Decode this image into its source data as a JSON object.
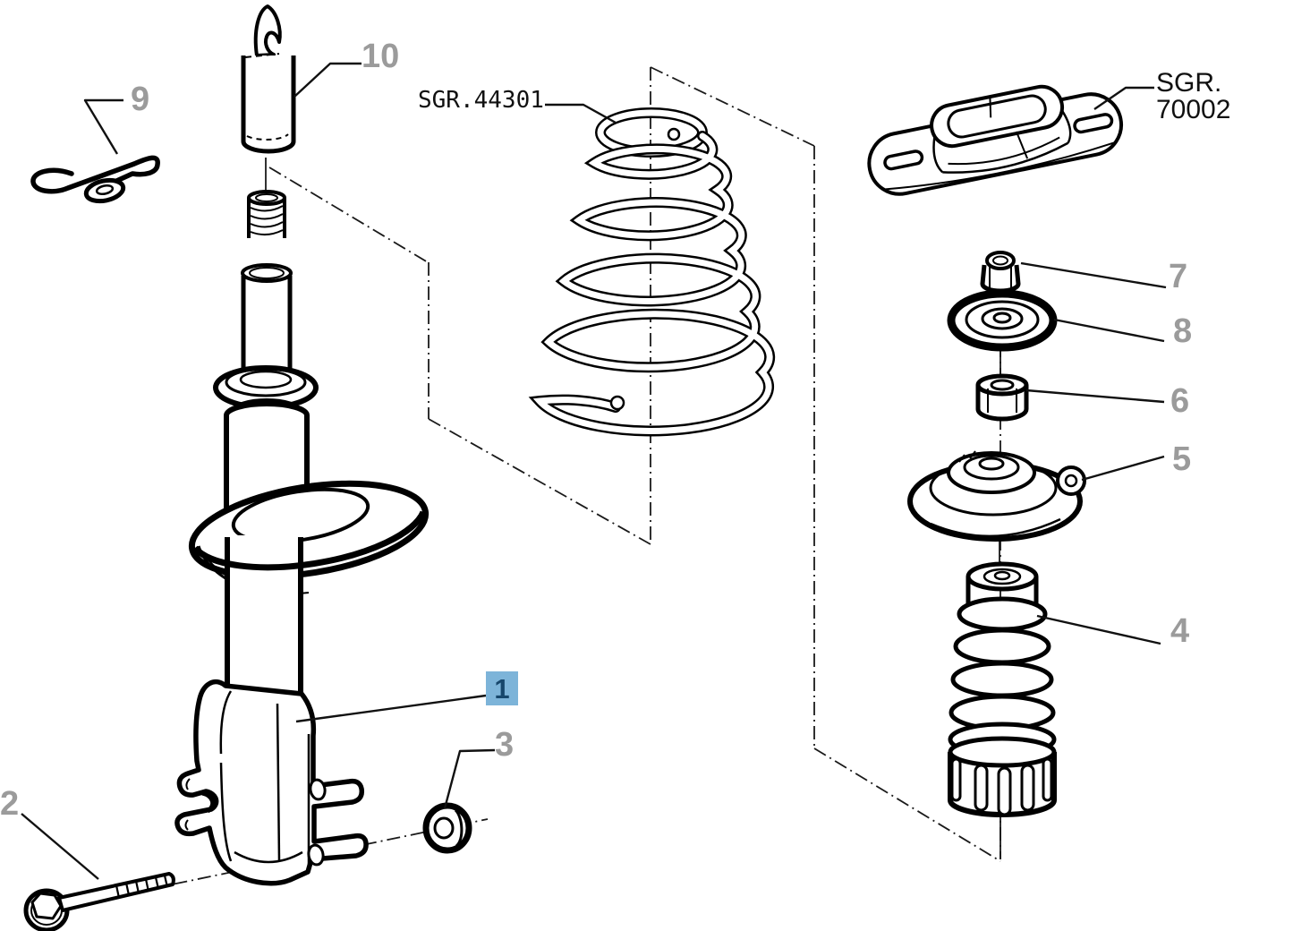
{
  "diagram": {
    "description": "Exploded parts diagram of a front suspension strut assembly",
    "background": "#ffffff",
    "colors": {
      "line": "#000000",
      "callout_gray": "#9b9b9b",
      "highlight_bg": "#7db4d9",
      "highlight_text": "#17476c",
      "reference_text": "#111111"
    },
    "callouts": {
      "part1": {
        "label": "1",
        "highlighted": true
      },
      "part2": {
        "label": "2",
        "highlighted": false
      },
      "part3": {
        "label": "3",
        "highlighted": false
      },
      "part4": {
        "label": "4",
        "highlighted": false
      },
      "part5": {
        "label": "5",
        "highlighted": false
      },
      "part6": {
        "label": "6",
        "highlighted": false
      },
      "part7": {
        "label": "7",
        "highlighted": false
      },
      "part8": {
        "label": "8",
        "highlighted": false
      },
      "part9": {
        "label": "9",
        "highlighted": false
      },
      "part10": {
        "label": "10",
        "highlighted": false
      }
    },
    "group_references": {
      "spring": {
        "label": "SGR.44301"
      },
      "mount": {
        "label": "SGR. 70002"
      }
    }
  }
}
